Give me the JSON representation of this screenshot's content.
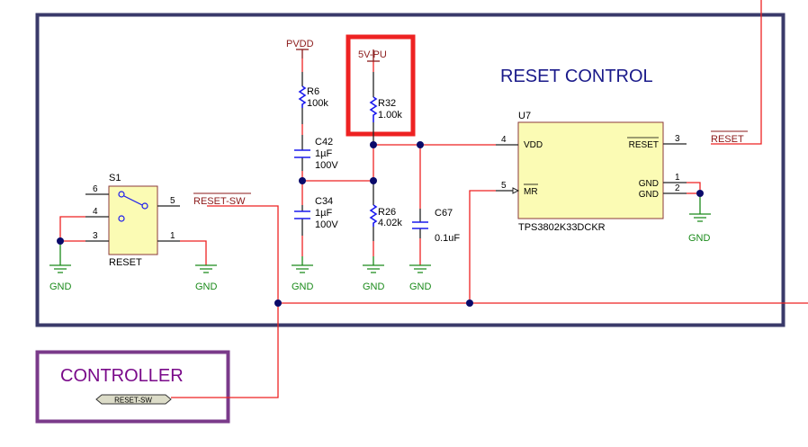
{
  "sheets": {
    "reset_control": {
      "title": "RESET CONTROL",
      "border_color": "#3a3a6a",
      "title_color": "#1a1a8a"
    },
    "controller": {
      "title": "CONTROLLER",
      "border_color": "#7a3a8a",
      "title_color": "#7a0a8a",
      "port_label": "RESET-SW"
    }
  },
  "highlight": {
    "color": "#ee2222"
  },
  "power": {
    "pvdd": "PVDD",
    "pu": "5V-PU"
  },
  "ground_label": "GND",
  "components": {
    "r6": {
      "ref": "R6",
      "value": "100k"
    },
    "r32": {
      "ref": "R32",
      "value": "1.00k"
    },
    "c42": {
      "ref": "C42",
      "value": "1µF",
      "voltage": "100V"
    },
    "c34": {
      "ref": "C34",
      "value": "1µF",
      "voltage": "100V"
    },
    "r26": {
      "ref": "R26",
      "value": "4.02k"
    },
    "c67": {
      "ref": "C67",
      "value": "0.1uF"
    },
    "s1": {
      "ref": "S1",
      "name": "RESET",
      "pins": [
        "6",
        "4",
        "3",
        "5",
        "1"
      ]
    },
    "u7": {
      "ref": "U7",
      "part": "TPS3802K33DCKR",
      "pins": {
        "vdd": "VDD",
        "vdd_num": "4",
        "mr": "MR",
        "mr_num": "5",
        "reset": "RESET",
        "reset_num": "3",
        "gnd1": "GND",
        "gnd1_num": "1",
        "gnd2": "GND",
        "gnd2_num": "2"
      }
    }
  },
  "nets": {
    "reset_sw": "RESET-SW",
    "reset": "RESET"
  }
}
